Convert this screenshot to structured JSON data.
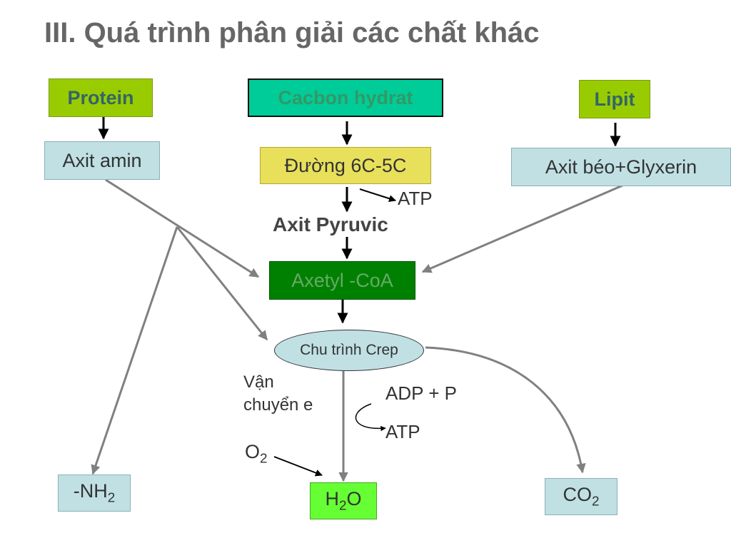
{
  "title": "III. Quá trình phân giải các chất khác",
  "nodes": {
    "protein": "Protein",
    "cacbon_hydrat": "Cacbon hydrat",
    "lipit": "Lipit",
    "axit_amin": "Axit amin",
    "duong": "Đường 6C-5C",
    "axit_beo": "Axit béo+Glyxerin",
    "atp_1": "ATP",
    "axit_pyruvic": "Axit Pyruvic",
    "axetyl_coa": "Axetyl -CoA",
    "chu_trinh_crep": "Chu trình Crep",
    "van_chuyen_line1": "Vận",
    "van_chuyen_line2": "chuyển e",
    "adp_p": "ADP + P",
    "atp_2": "ATP",
    "o2_base": "O",
    "o2_sub": "2",
    "nh2_base": "-NH",
    "nh2_sub": "2",
    "h2o_h": "H",
    "h2o_sub": "2",
    "h2o_o": "O",
    "co2_base": "CO",
    "co2_sub": "2"
  },
  "colors": {
    "title": "#666666",
    "lime": "#99cc00",
    "teal": "#00cc99",
    "yellow": "#e8e05a",
    "light_blue": "#c0e0e4",
    "dark_green": "#008000",
    "bright_green": "#66ff33",
    "arrow_gray": "#808080",
    "arrow_black": "#000000"
  }
}
